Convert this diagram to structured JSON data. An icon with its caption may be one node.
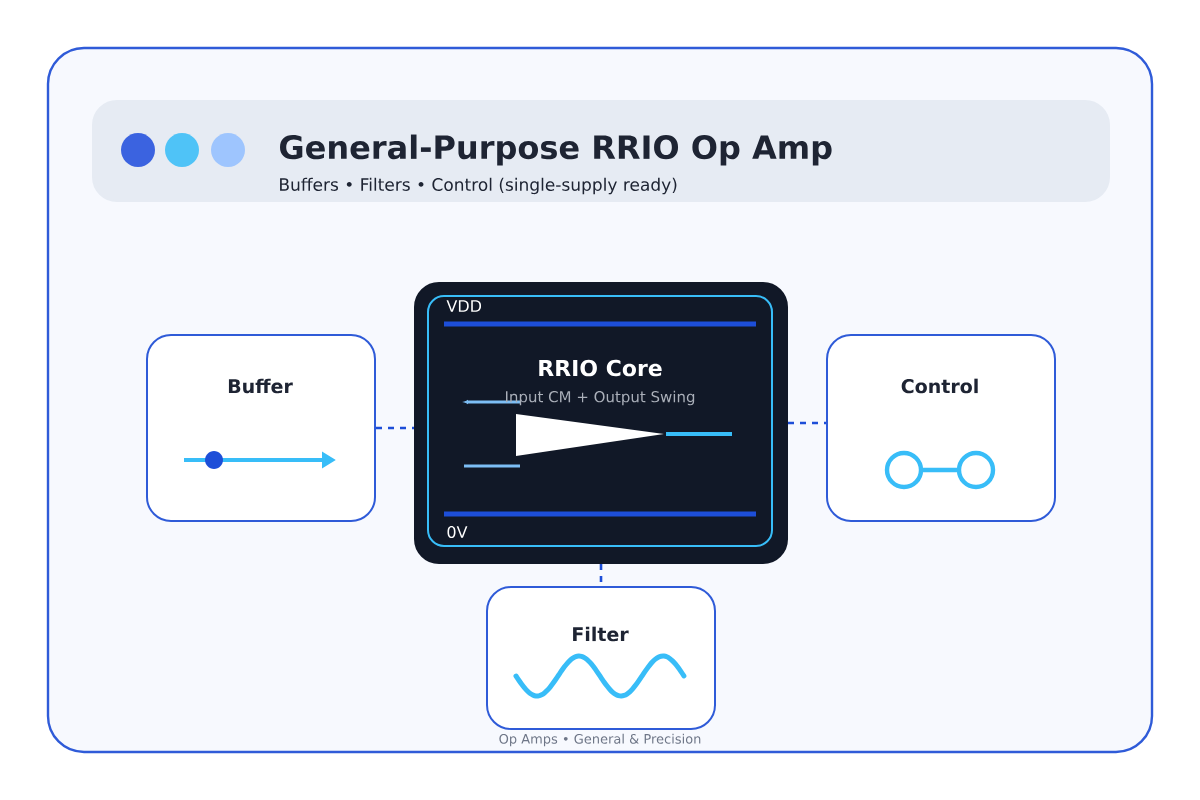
{
  "diagram": {
    "title": "General-Purpose RRIO Op Amp",
    "nodes": [
      {
        "text": [
          "Buffers • Filters • Control (single-supply ready)"
        ]
      },
      {
        "text": [
          "VDD",
          "RRIO Core",
          "Input CM + Output Swing",
          "0V"
        ]
      },
      {
        "text": [
          "Buffer"
        ]
      },
      {
        "text": [
          "Control"
        ]
      },
      {
        "text": [
          "Filter"
        ]
      }
    ],
    "edges": [
      {
        "from": 2,
        "to": 1,
        "arrow": "none",
        "style": "dashed"
      },
      {
        "from": 1,
        "to": 3,
        "arrow": "none",
        "style": "dashed"
      },
      {
        "from": 1,
        "to": 4,
        "arrow": "none",
        "style": "dashed"
      }
    ],
    "labels": [
      "Op Amps • General & Precision"
    ]
  }
}
